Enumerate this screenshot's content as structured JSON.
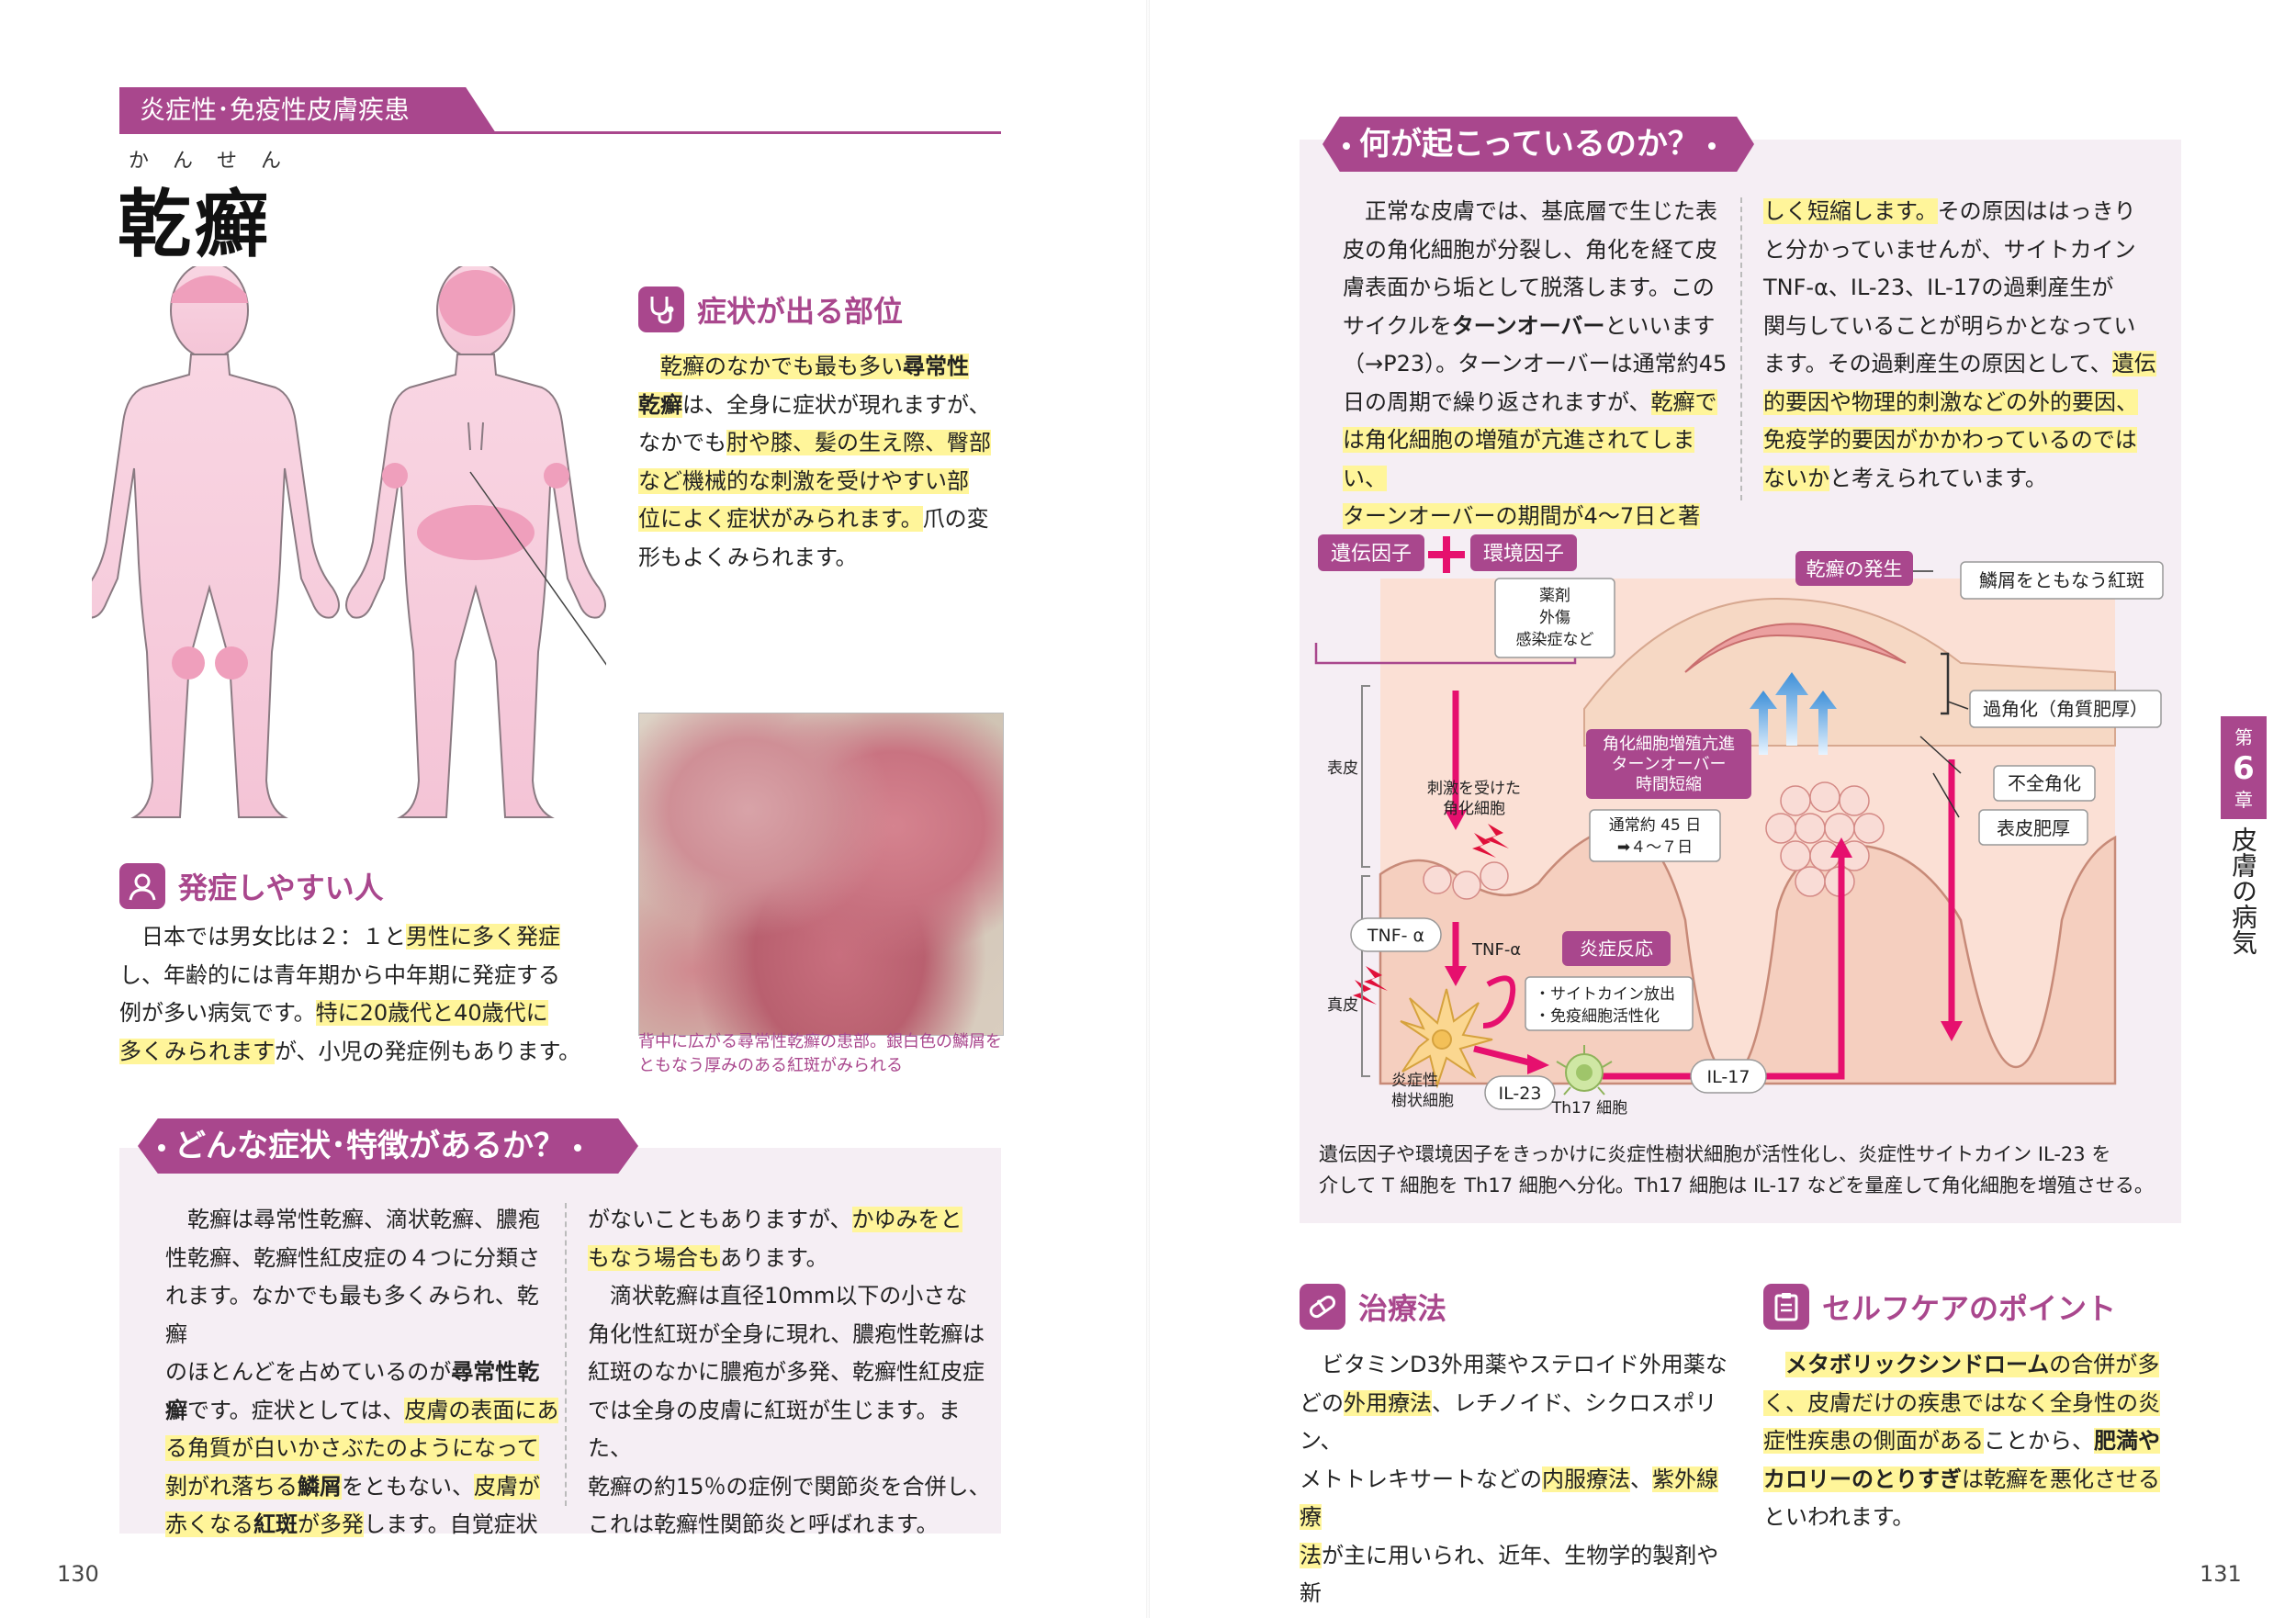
{
  "left": {
    "category": "炎症性･免疫性皮膚疾患",
    "furigana": "かんせん",
    "title": "乾癬",
    "page_number": "130",
    "symptom_site": {
      "heading": "症状が出る部位",
      "icon": "stethoscope-icon",
      "lines": [
        [
          {
            "t": "　"
          },
          {
            "t": "乾癬のなかでも最も多い",
            "hl": true
          },
          {
            "t": "尋常性",
            "hl": true,
            "b": true
          }
        ],
        [
          {
            "t": "乾癬",
            "hl": true,
            "b": true
          },
          {
            "t": "は、全身に症状が現れますが、"
          }
        ],
        [
          {
            "t": "なかでも"
          },
          {
            "t": "肘や膝、髪の生え際、臀部",
            "hl": true
          }
        ],
        [
          {
            "t": "など機械的な刺激を受けやすい部",
            "hl": true
          }
        ],
        [
          {
            "t": "位によく症状がみられます。",
            "hl": true
          },
          {
            "t": "爪の変"
          }
        ],
        [
          {
            "t": "形もよくみられます。"
          }
        ]
      ]
    },
    "photo_caption": "背中に広がる尋常性乾癬の患部。銀白色の鱗屑をともなう厚みのある紅斑がみられる",
    "prone": {
      "heading": "発症しやすい人",
      "icon": "person-icon",
      "lines": [
        [
          {
            "t": "　日本では男女比は２：１と"
          },
          {
            "t": "男性に多く発症",
            "hl": true
          }
        ],
        [
          {
            "t": "し、年齢的には青年期から中年期に発症する"
          }
        ],
        [
          {
            "t": "例が多い病気です。"
          },
          {
            "t": "特に20歳代と40歳代に",
            "hl": true
          }
        ],
        [
          {
            "t": "多くみられます",
            "hl": true
          },
          {
            "t": "が、小児の発症例もあります。"
          }
        ]
      ]
    },
    "features": {
      "heading": "どんな症状･特徴があるか？",
      "col1": [
        [
          {
            "t": "　乾癬は尋常性乾癬、滴状乾癬、膿疱"
          }
        ],
        [
          {
            "t": "性乾癬、乾癬性紅皮症の４つに分類さ"
          }
        ],
        [
          {
            "t": "れます。なかでも最も多くみられ、乾癬"
          }
        ],
        [
          {
            "t": "のほとんどを占めているのが"
          },
          {
            "t": "尋常性乾",
            "b": true
          }
        ],
        [
          {
            "t": "癬",
            "b": true
          },
          {
            "t": "です。症状としては、"
          },
          {
            "t": "皮膚の表面にあ",
            "hl": true
          }
        ],
        [
          {
            "t": "る角質が白いかさぶたのようになって",
            "hl": true
          }
        ],
        [
          {
            "t": "剝がれ落ちる",
            "hl": true
          },
          {
            "t": "鱗屑",
            "hl": true,
            "b": true
          },
          {
            "t": "をともない、"
          },
          {
            "t": "皮膚が",
            "hl": true
          }
        ],
        [
          {
            "t": "赤くなる",
            "hl": true
          },
          {
            "t": "紅斑",
            "hl": true,
            "b": true
          },
          {
            "t": "が多発",
            "hl": true
          },
          {
            "t": "します。自覚症状"
          }
        ]
      ],
      "col2": [
        [
          {
            "t": "がないこともありますが、"
          },
          {
            "t": "かゆみをと",
            "hl": true
          }
        ],
        [
          {
            "t": "もなう場合も",
            "hl": true
          },
          {
            "t": "あります。"
          }
        ],
        [
          {
            "t": "　滴状乾癬は直径10mm以下の小さな"
          }
        ],
        [
          {
            "t": "角化性紅斑が全身に現れ、膿疱性乾癬は"
          }
        ],
        [
          {
            "t": "紅斑のなかに膿疱が多発、乾癬性紅皮症"
          }
        ],
        [
          {
            "t": "では全身の皮膚に紅斑が生じます。また、"
          }
        ],
        [
          {
            "t": "乾癬の約15％の症例で関節炎を合併し、"
          }
        ],
        [
          {
            "t": "これは乾癬性関節炎と呼ばれます。"
          }
        ]
      ]
    }
  },
  "right": {
    "page_number": "131",
    "chapter": {
      "prefix": "第",
      "num": "6",
      "suffix": "章",
      "name": "皮膚の病気"
    },
    "what": {
      "heading": "何が起こっているのか？",
      "col1": [
        [
          {
            "t": "　正常な皮膚では、基底層で生じた表"
          }
        ],
        [
          {
            "t": "皮の角化細胞が分裂し、角化を経て皮"
          }
        ],
        [
          {
            "t": "膚表面から垢として脱落します。この"
          }
        ],
        [
          {
            "t": "サイクルを"
          },
          {
            "t": "ターンオーバー",
            "b": true
          },
          {
            "t": "といいます"
          }
        ],
        [
          {
            "t": "（→P23）。ターンオーバーは通常約45"
          }
        ],
        [
          {
            "t": "日の周期で繰り返されますが、"
          },
          {
            "t": "乾癬で",
            "hl": true
          }
        ],
        [
          {
            "t": "は角化細胞の増殖が亢進されてしまい、",
            "hl": true
          }
        ],
        [
          {
            "t": "ターンオーバーの期間が4～7日と著",
            "hl": true
          }
        ]
      ],
      "col2": [
        [
          {
            "t": "しく短縮します。",
            "hl": true
          },
          {
            "t": "その原因ははっきり"
          }
        ],
        [
          {
            "t": "と分かっていませんが、サイトカイン"
          }
        ],
        [
          {
            "t": "TNF-α、IL-23、IL-17の過剰産生が"
          }
        ],
        [
          {
            "t": "関与していることが明らかとなってい"
          }
        ],
        [
          {
            "t": "ます。その過剰産生の原因として、"
          },
          {
            "t": "遺伝",
            "hl": true
          }
        ],
        [
          {
            "t": "的要因や物理的刺激などの外的要因、",
            "hl": true
          }
        ],
        [
          {
            "t": "免疫学的要因がかかわっているのでは",
            "hl": true
          }
        ],
        [
          {
            "t": "ないか",
            "hl": true
          },
          {
            "t": "と考えられています。"
          }
        ]
      ]
    },
    "diagram": {
      "genetic": "遺伝因子",
      "environmental": "環境因子",
      "env_examples": [
        "薬剤",
        "外傷",
        "感染症など"
      ],
      "onset": "乾癬の発生",
      "scaly_erythema": "鱗屑をともなう紅斑",
      "hyperkeratosis": "過角化（角質肥厚）",
      "parakeratosis": "不全角化",
      "epidermal_thickening": "表皮肥厚",
      "epidermis": "表皮",
      "dermis": "真皮",
      "stimulated_cell": [
        "刺激を受けた",
        "角化細胞"
      ],
      "proliferation": [
        "角化細胞増殖亢進",
        "ターンオーバー",
        "時間短縮"
      ],
      "period": [
        "通常約 45 日",
        "➡４～７日"
      ],
      "tnf_alpha": "TNF- α",
      "tnf_alpha2": "TNF-α",
      "inflammation": "炎症反応",
      "inflammation_items": [
        "・サイトカイン放出",
        "・免疫細胞活性化"
      ],
      "dendritic": [
        "炎症性",
        "樹状細胞"
      ],
      "il23": "IL-23",
      "th17": "Th17 細胞",
      "il17": "IL-17"
    },
    "diagram_caption": [
      "遺伝因子や環境因子をきっかけに炎症性樹状細胞が活性化し、炎症性サイトカイン IL-23 を",
      "介して T 細胞を Th17 細胞へ分化。Th17 細胞は IL-17 などを量産して角化細胞を増殖させる。"
    ],
    "treatment": {
      "heading": "治療法",
      "icon": "pill-icon",
      "lines": [
        [
          {
            "t": "　ビタミンD3外用薬やステロイド外用薬な"
          }
        ],
        [
          {
            "t": "どの"
          },
          {
            "t": "外用療法",
            "hl": true
          },
          {
            "t": "、レチノイド、シクロスポリン、"
          }
        ],
        [
          {
            "t": "メトトレキサートなどの"
          },
          {
            "t": "内服療法",
            "hl": true
          },
          {
            "t": "、"
          },
          {
            "t": "紫外線療",
            "hl": true
          }
        ],
        [
          {
            "t": "法",
            "hl": true
          },
          {
            "t": "が主に用いられ、近年、生物学的製剤や新"
          }
        ],
        [
          {
            "t": "しい内服療法も登場しています（→P191）。"
          }
        ]
      ]
    },
    "selfcare": {
      "heading": "セルフケアのポイント",
      "icon": "clipboard-icon",
      "lines": [
        [
          {
            "t": "　"
          },
          {
            "t": "メタボリックシンドローム",
            "hl": true,
            "b": true
          },
          {
            "t": "の合併が多",
            "hl": true
          }
        ],
        [
          {
            "t": "く、皮膚だけの疾患ではなく全身性の炎",
            "hl": true
          }
        ],
        [
          {
            "t": "症性疾患の側面がある",
            "hl": true
          },
          {
            "t": "ことから、"
          },
          {
            "t": "肥満や",
            "hl": true,
            "b": true
          }
        ],
        [
          {
            "t": "カロリーのとりすぎ",
            "hl": true,
            "b": true
          },
          {
            "t": "は乾癬を悪化させる",
            "hl": true
          }
        ],
        [
          {
            "t": "といわれます。"
          }
        ]
      ]
    }
  }
}
